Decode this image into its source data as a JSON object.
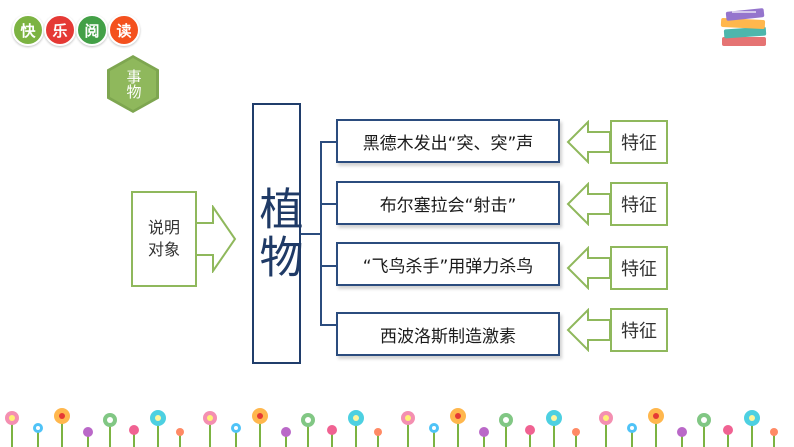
{
  "header": {
    "badges": [
      {
        "label": "快",
        "color": "#7cb342"
      },
      {
        "label": "乐",
        "color": "#e53935"
      },
      {
        "label": "阅",
        "color": "#43a047"
      },
      {
        "label": "读",
        "color": "#f4511e"
      }
    ]
  },
  "hexagon": {
    "label": "事物"
  },
  "object": {
    "line1": "说明",
    "line2": "对象"
  },
  "center": {
    "label": "植物"
  },
  "branches": [
    {
      "text": "黑德木发出“突、突”声",
      "feature": "特征"
    },
    {
      "text": "布尔塞拉会“射击”",
      "feature": "特征"
    },
    {
      "text": "“飞鸟杀手”用弹力杀鸟",
      "feature": "特征"
    },
    {
      "text": "西波洛斯制造激素",
      "feature": "特征"
    }
  ],
  "colors": {
    "green": "#8fb85c",
    "navy": "#2b4c7e"
  }
}
